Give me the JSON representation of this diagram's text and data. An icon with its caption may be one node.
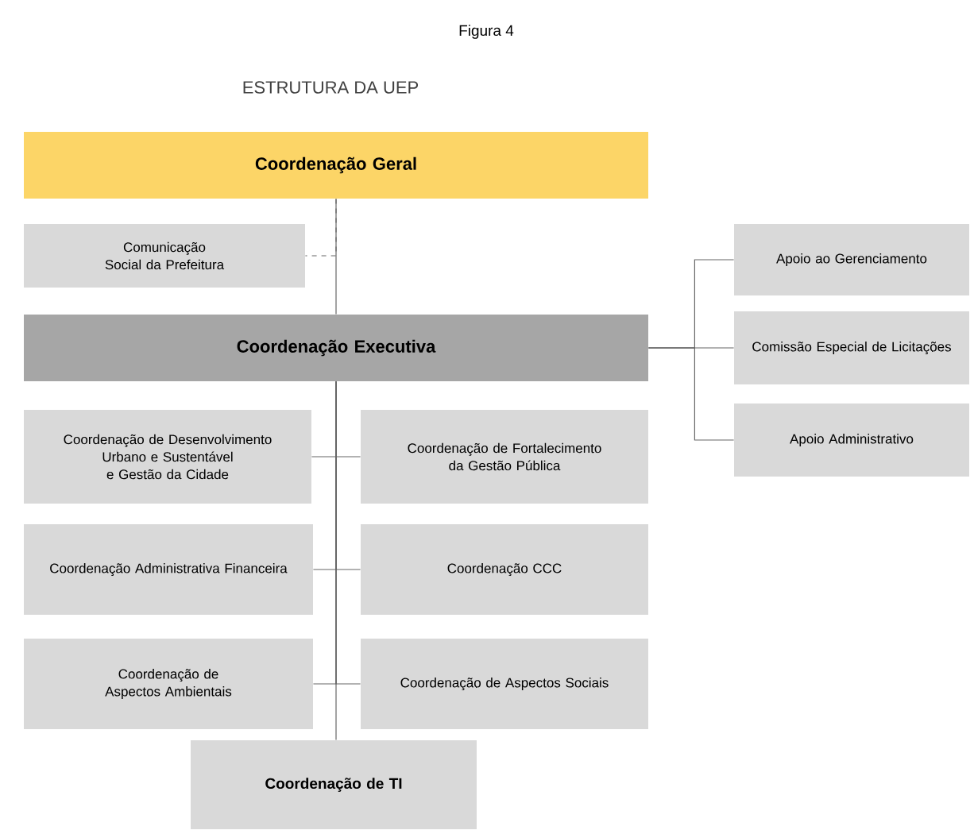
{
  "diagram": {
    "title": "ESTRUTURA DA UEP",
    "nodes": [
      {
        "text": [
          "Coordenação Geral"
        ]
      },
      {
        "text": [
          "Comunicação Social da Prefeitura"
        ]
      },
      {
        "text": [
          "Apoio ao Gerenciamento"
        ]
      },
      {
        "text": [
          "Coordenação Executiva"
        ]
      },
      {
        "text": [
          "Comissão Especial de Licitações"
        ]
      },
      {
        "text": [
          "Apoio Administrativo"
        ]
      },
      {
        "text": [
          "Coordenação de Desenvolvimento Urbano e Sustentável e Gestão da Cidade"
        ]
      },
      {
        "text": [
          "Coordenação de Fortalecimento da Gestão Pública"
        ]
      },
      {
        "text": [
          "Coordenação Administrativa Financeira"
        ]
      },
      {
        "text": [
          "Coordenação CCC"
        ]
      },
      {
        "text": [
          "Coordenação de Aspectos Ambientais"
        ]
      },
      {
        "text": [
          "Coordenação de Aspectos Sociais"
        ]
      },
      {
        "text": [
          "Coordenação de TI"
        ]
      }
    ],
    "edges": [
      {
        "from": 0,
        "to": 3,
        "arrow": "none"
      },
      {
        "from": 0,
        "to": 1,
        "arrow": "none",
        "style": "dashed"
      },
      {
        "from": 3,
        "to": 2,
        "arrow": "none"
      },
      {
        "from": 3,
        "to": 4,
        "arrow": "none"
      },
      {
        "from": 3,
        "to": 5,
        "arrow": "none"
      },
      {
        "from": 3,
        "to": 6,
        "arrow": "none"
      },
      {
        "from": 3,
        "to": 7,
        "arrow": "none"
      },
      {
        "from": 3,
        "to": 8,
        "arrow": "none"
      },
      {
        "from": 3,
        "to": 9,
        "arrow": "none"
      },
      {
        "from": 3,
        "to": 10,
        "arrow": "none"
      },
      {
        "from": 3,
        "to": 11,
        "arrow": "none"
      },
      {
        "from": 3,
        "to": 12,
        "arrow": "none"
      }
    ],
    "labels": [
      "Figura 4"
    ]
  }
}
